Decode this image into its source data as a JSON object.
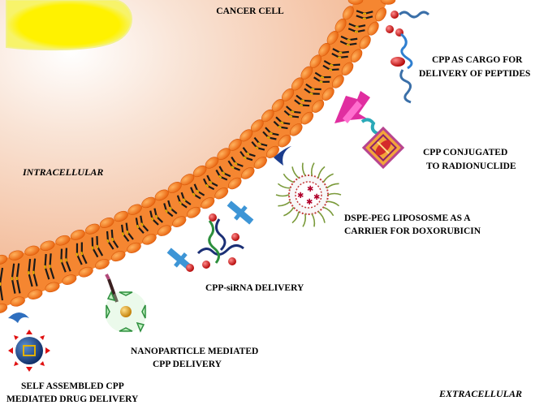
{
  "labels": {
    "cancer_cell": "CANCER CELL",
    "intracellular": "INTRACELLULAR",
    "extracellular": "EXTRACELLULAR",
    "cpp_cargo_line1": "CPP AS CARGO FOR",
    "cpp_cargo_line2": "DELIVERY OF PEPTIDES",
    "radionuclide_line1": "CPP CONJUGATED",
    "radionuclide_line2": "TO RADIONUCLIDE",
    "liposome_line1": "DSPE-PEG LIPOSOSME AS A",
    "liposome_line2": "CARRIER FOR DOXORUBICIN",
    "sirna": "CPP-siRNA DELIVERY",
    "nanoparticle_line1": "NANOPARTICLE MEDIATED",
    "nanoparticle_line2": "CPP DELIVERY",
    "self_assembled_line1": "SELF ASSEMBLED CPP",
    "self_assembled_line2": "MEDIATED DRUG DELIVERY"
  },
  "colors": {
    "membrane_orange": "#f47c20",
    "membrane_light": "#fbb472",
    "nucleus_yellow": "#fff200",
    "cytoplasm_pink": "#f6cdb4",
    "lipid_tail": "#1a1a1a",
    "tail_gold": "#e3b000"
  }
}
